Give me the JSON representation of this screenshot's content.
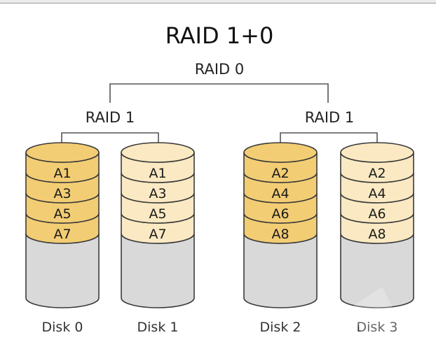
{
  "diagram": {
    "title": "RAID 1+0",
    "top_level": {
      "label": "RAID 0"
    },
    "mirrors": [
      {
        "label": "RAID 1",
        "disks": [
          0,
          1
        ]
      },
      {
        "label": "RAID 1",
        "disks": [
          2,
          3
        ]
      }
    ],
    "disks": [
      {
        "label": "Disk 0",
        "role": "primary",
        "blocks": [
          "A1",
          "A3",
          "A5",
          "A7"
        ]
      },
      {
        "label": "Disk 1",
        "role": "mirror",
        "blocks": [
          "A1",
          "A3",
          "A5",
          "A7"
        ]
      },
      {
        "label": "Disk 2",
        "role": "primary",
        "blocks": [
          "A2",
          "A4",
          "A6",
          "A8"
        ]
      },
      {
        "label": "Disk 3",
        "role": "mirror",
        "blocks": [
          "A2",
          "A4",
          "A6",
          "A8"
        ]
      }
    ],
    "colors": {
      "primary_fill": "#f3cd74",
      "mirror_fill": "#fbe9c3",
      "empty_fill": "#d9d9d9",
      "stroke": "#3a3a3a",
      "connector": "#555555"
    }
  }
}
